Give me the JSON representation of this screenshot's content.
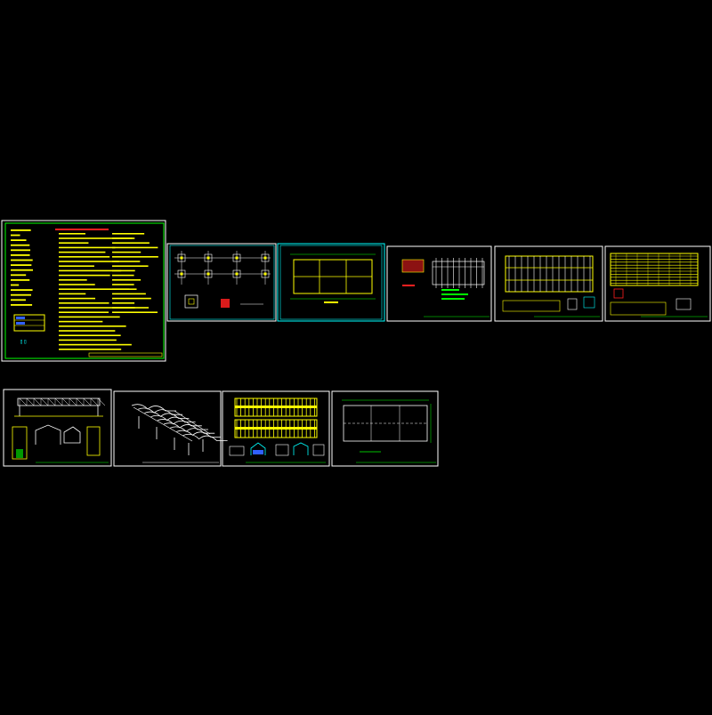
{
  "drawing_set": {
    "background": "#000000",
    "colors": {
      "sheet_border": "#ffffff",
      "cover_border": "#00ff00",
      "cyan_border": "#00ffff",
      "text_yellow": "#ffff00",
      "red": "#ff2020",
      "cyan": "#00ffff",
      "green": "#00ff00",
      "magenta": "#ff00ff",
      "white": "#ffffff",
      "blue": "#3060ff"
    },
    "sheets": [
      {
        "id": "sheet-1",
        "kind": "general-notes",
        "row": 1
      },
      {
        "id": "sheet-2",
        "kind": "foundation-plan",
        "row": 1
      },
      {
        "id": "sheet-3",
        "kind": "beam-plan",
        "row": 1
      },
      {
        "id": "sheet-4",
        "kind": "purlin-detail",
        "row": 1
      },
      {
        "id": "sheet-5",
        "kind": "roof-framing-plan",
        "row": 1
      },
      {
        "id": "sheet-6",
        "kind": "roof-sheeting-plan",
        "row": 1
      },
      {
        "id": "sheet-7",
        "kind": "elevation-sections",
        "row": 2
      },
      {
        "id": "sheet-8",
        "kind": "3d-isometric",
        "row": 2
      },
      {
        "id": "sheet-9",
        "kind": "framing-elevation-details",
        "row": 2
      },
      {
        "id": "sheet-10",
        "kind": "layout-plan",
        "row": 2
      }
    ]
  }
}
